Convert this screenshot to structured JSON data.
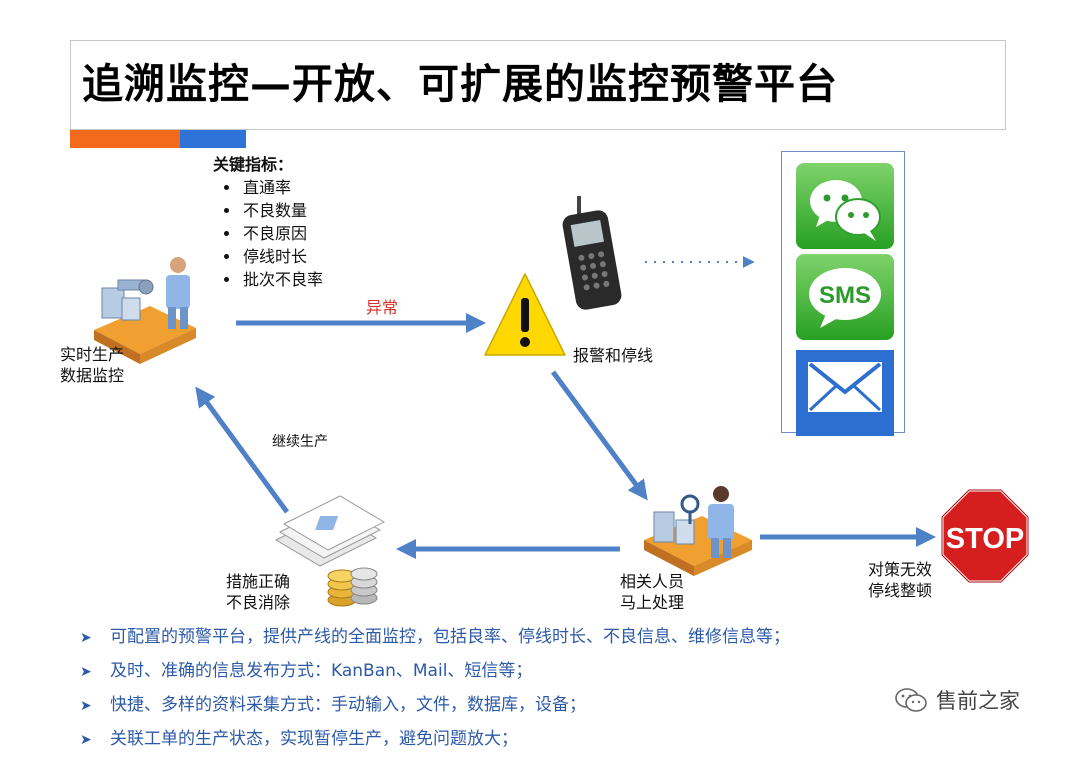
{
  "title": "追溯监控—开放、可扩展的监控预警平台",
  "accent_colors": {
    "orange": "#f26b1d",
    "blue": "#2f73d8",
    "arrow": "#4f81c7",
    "bullet_text": "#2d5aa8"
  },
  "kpi": {
    "heading": "关键指标：",
    "items": [
      "直通率",
      "不良数量",
      "不良原因",
      "停线时长",
      "批次不良率"
    ]
  },
  "diagram": {
    "monitor_label_1": "实时生产",
    "monitor_label_2": "数据监控",
    "anomaly_label": "异常",
    "alarm_label": "报警和停线",
    "continue_label": "继续生产",
    "personnel_label_1": "相关人员",
    "personnel_label_2": "马上处理",
    "measure_label_1": "措施正确",
    "measure_label_2": "不良消除",
    "ineffective_label_1": "对策无效",
    "ineffective_label_2": "停线整顿",
    "stop_sign_text": "STOP",
    "sms_icon_text": "SMS",
    "icons": [
      "factory-worker-icon",
      "mobile-phone-icon",
      "warning-triangle-icon",
      "wechat-icon",
      "sms-icon",
      "mail-icon",
      "inspection-worker-icon",
      "documents-coins-icon",
      "stop-sign-icon"
    ]
  },
  "bullets": [
    "可配置的预警平台，提供产线的全面监控，包括良率、停线时长、不良信息、维修信息等；",
    "及时、准确的信息发布方式：KanBan、Mail、短信等；",
    "快捷、多样的资料采集方式：手动输入，文件，数据库，设备；",
    "关联工单的生产状态，实现暂停生产，避免问题放大；"
  ],
  "watermark": "售前之家"
}
